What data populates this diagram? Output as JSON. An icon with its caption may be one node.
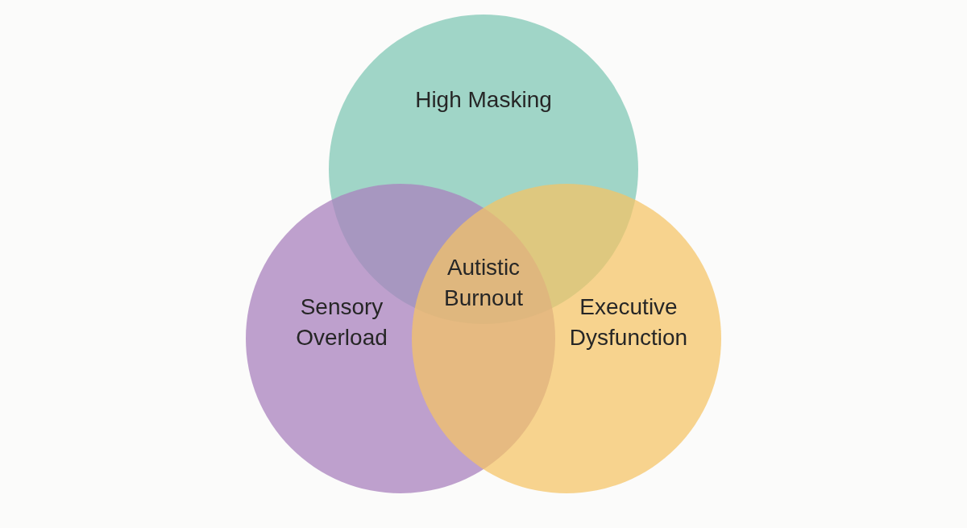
{
  "diagram": {
    "nodes": [
      {
        "text": [
          "High Masking"
        ]
      },
      {
        "text": [
          "Sensory Overload"
        ]
      },
      {
        "text": [
          "Executive Dysfunction"
        ]
      }
    ],
    "labels": [
      "Autistic Burnout"
    ]
  }
}
